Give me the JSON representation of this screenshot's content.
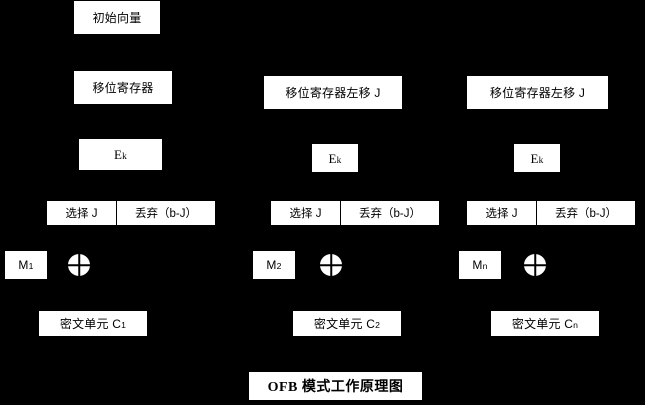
{
  "diagram": {
    "title": "OFB 模式工作原理图",
    "background_color": "#000000",
    "box_fill_color": "#ffffff",
    "text_color": "#000000",
    "iv": {
      "label": "初始向量"
    },
    "columns": [
      {
        "id": "column-1",
        "shift_register": "移位寄存器",
        "cipher_function_base": "E",
        "cipher_function_sub": "k",
        "select_label": "选择 J",
        "discard_label": "丢弃（b-J）",
        "message_base": "M",
        "message_sub": "1",
        "xor_symbol": "xor-circle",
        "ciphertext_base": "密文单元 C",
        "ciphertext_sub": "1"
      },
      {
        "id": "column-2",
        "shift_register": "移位寄存器左移 J",
        "cipher_function_base": "E",
        "cipher_function_sub": "k",
        "select_label": "选择 J",
        "discard_label": "丢弃（b-J）",
        "message_base": "M",
        "message_sub": "2",
        "xor_symbol": "xor-circle",
        "ciphertext_base": "密文单元 C",
        "ciphertext_sub": "2"
      },
      {
        "id": "column-3",
        "shift_register": "移位寄存器左移 J",
        "cipher_function_base": "E",
        "cipher_function_sub": "k",
        "select_label": "选择 J",
        "discard_label": "丢弃（b-J）",
        "message_base": "M",
        "message_sub": "n",
        "xor_symbol": "xor-circle",
        "ciphertext_base": "密文单元 C",
        "ciphertext_sub": "n"
      }
    ]
  }
}
